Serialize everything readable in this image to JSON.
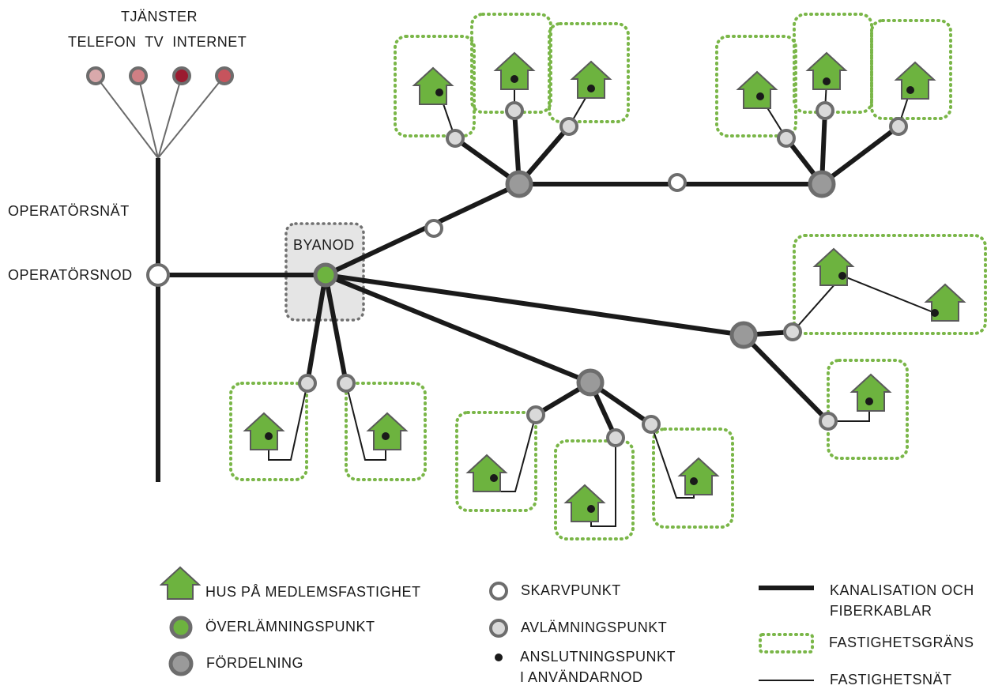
{
  "labels": {
    "services_title": "TJÄNSTER",
    "services": "TELEFON  TV  INTERNET",
    "operator_net": "OPERATÖRSNÄT",
    "operator_node": "OPERATÖRSNOD",
    "village_node": "BYANOD"
  },
  "service_colors": [
    "#d9a9ab",
    "#cf7f84",
    "#9b1b30",
    "#c6545d"
  ],
  "colors": {
    "house_fill": "#6db33f",
    "house_stroke": "#5a5a5a",
    "node_stroke": "#6d6d6d",
    "distribution_fill": "#9a9a9a",
    "delivery_fill": "#d9d9d9",
    "property_border": "#7ab648",
    "village_box_fill": "#e5e5e5",
    "village_box_border": "#707070",
    "cable": "#1a1a1a"
  },
  "legend": {
    "house": "HUS PÅ MEDLEMSFASTIGHET",
    "handover": "ÖVERLÄMNINGSPUNKT",
    "distribution": "FÖRDELNING",
    "splice": "SKARVPUNKT",
    "delivery": "AVLÄMNINGSPUNKT",
    "connection_line1": "ANSLUTNINGSPUNKT",
    "connection_line2": "I ANVÄNDARNOD",
    "cable_line1": "KANALISATION OCH",
    "cable_line2": "FIBERKABLAR",
    "property": "FASTIGHETSGRÄNS",
    "property_net": "FASTIGHETSNÄT"
  }
}
